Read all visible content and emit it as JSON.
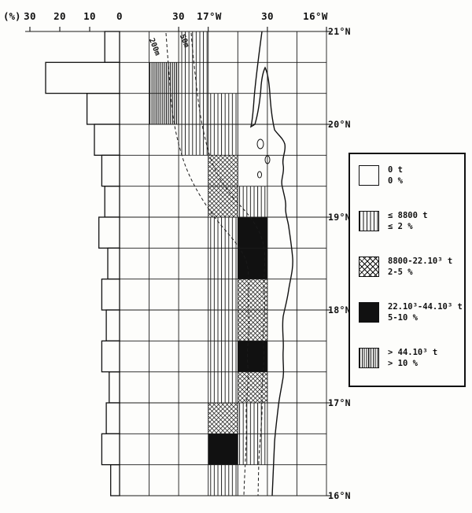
{
  "figure": {
    "axis_top": {
      "percent_label": "(%)",
      "percent_ticks": [
        "30",
        "20",
        "10",
        "0"
      ],
      "lon_ticks": [
        "30",
        "17°W",
        "30",
        "16°W"
      ]
    },
    "lat_labels": [
      "21°N",
      "20°N",
      "19°N",
      "18°N",
      "17°N",
      "16°N"
    ],
    "depth_labels": [
      "200m",
      "50m"
    ],
    "legend": {
      "items": [
        {
          "pattern": "none",
          "tonnage": "0 t",
          "percent": "0 %"
        },
        {
          "pattern": "hatch-light",
          "tonnage": "≤ 8800 t",
          "percent": "≤ 2 %"
        },
        {
          "pattern": "crosshatch",
          "tonnage": "8800-22.10³ t",
          "percent": "2-5 %"
        },
        {
          "pattern": "solid",
          "tonnage": "22.10³-44.10³ t",
          "percent": "5-10 %"
        },
        {
          "pattern": "hatch-dense",
          "tonnage": "> 44.10³ t",
          "percent": "> 10 %"
        }
      ]
    }
  },
  "chart_data": {
    "type": "heatmap",
    "title": "",
    "description": "Coastal grid map (16°N-21°N, about 17°45'W-16°W) of catch per statistical rectangle, shown by hatching class, with a marginal horizontal bar chart of percent per 20-minute latitude row and dashed 50 m / 200 m depth contours along the coastline.",
    "grid": {
      "rows": 15,
      "cols": 7,
      "lat_top": "21°N",
      "lat_bottom": "16°N",
      "lon_tick_labels": [
        "30",
        "17°W",
        "30",
        "16°W"
      ],
      "category_labels": [
        "0 t / 0 %",
        "≤8800 t / ≤2 %",
        "8800-22.10³ t / 2-5 %",
        "22.10³-44.10³ t / 5-10 %",
        ">44.10³ t / >10 %"
      ],
      "cells": [
        [
          0,
          0,
          1,
          0,
          0,
          0,
          0
        ],
        [
          0,
          4,
          1,
          0,
          0,
          0,
          0
        ],
        [
          0,
          4,
          1,
          1,
          0,
          0,
          0
        ],
        [
          0,
          0,
          1,
          1,
          0,
          0,
          0
        ],
        [
          0,
          0,
          0,
          2,
          0,
          0,
          0
        ],
        [
          0,
          0,
          0,
          2,
          1,
          0,
          0
        ],
        [
          0,
          0,
          0,
          1,
          3,
          0,
          0
        ],
        [
          0,
          0,
          0,
          1,
          3,
          0,
          0
        ],
        [
          0,
          0,
          0,
          1,
          2,
          0,
          0
        ],
        [
          0,
          0,
          0,
          1,
          2,
          0,
          0
        ],
        [
          0,
          0,
          0,
          1,
          3,
          0,
          0
        ],
        [
          0,
          0,
          0,
          1,
          2,
          0,
          0
        ],
        [
          0,
          0,
          0,
          2,
          1,
          0,
          0
        ],
        [
          0,
          0,
          0,
          3,
          1,
          0,
          0
        ],
        [
          0,
          0,
          0,
          1,
          0,
          0,
          0
        ]
      ]
    },
    "bars": {
      "orientation": "horizontal-left",
      "axis_label": "(%)",
      "axis_ticks": [
        30,
        20,
        10,
        0
      ],
      "values_percent": [
        5,
        25,
        11,
        8.5,
        6,
        5,
        7,
        4,
        6,
        4.5,
        6,
        3.5,
        4.5,
        6,
        3
      ]
    }
  }
}
